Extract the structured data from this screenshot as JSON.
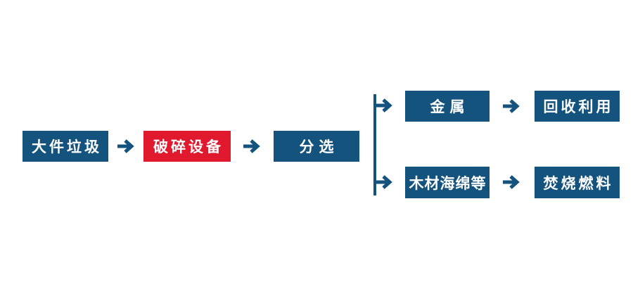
{
  "diagram": {
    "type": "flowchart",
    "description_nodes": {
      "bulky_waste": {
        "label": "大件垃圾",
        "color": "#14537e"
      },
      "crushing_equipment": {
        "label": "破碎设备",
        "color": "#e0192e"
      },
      "sorting": {
        "label": "分选",
        "color": "#14537e"
      },
      "metal": {
        "label": "金属",
        "color": "#14537e"
      },
      "recycling": {
        "label": "回收利用",
        "color": "#14537e"
      },
      "wood_sponge": {
        "label": "木材海绵等",
        "color": "#14537e"
      },
      "incineration_fuel": {
        "label": "焚烧燃料",
        "color": "#14537e"
      }
    },
    "edges": [
      {
        "from": "大件垃圾",
        "to": "破碎设备"
      },
      {
        "from": "破碎设备",
        "to": "分选"
      },
      {
        "from": "分选",
        "to": "金属"
      },
      {
        "from": "分选",
        "to": "木材海绵等"
      },
      {
        "from": "金属",
        "to": "回收利用"
      },
      {
        "from": "木材海绵等",
        "to": "焚烧燃料"
      }
    ],
    "colors": {
      "box_blue": "#14537e",
      "box_red": "#e0192e",
      "arrow_blue": "#14537e",
      "label_text": "#ffffff",
      "background": "#ffffff"
    }
  }
}
